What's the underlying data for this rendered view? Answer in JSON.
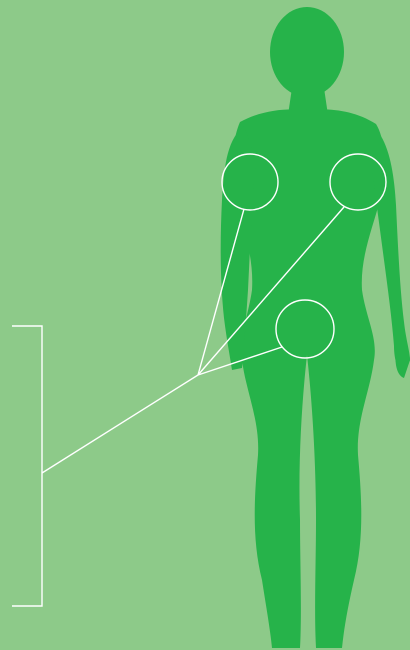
{
  "theme": {
    "background": "#8dca89",
    "figure": "#26b34a",
    "line": "#ffffff"
  },
  "diagram": {
    "subject": "female-body-silhouette-front",
    "callouts": [
      {
        "name": "right-underarm-circle"
      },
      {
        "name": "left-underarm-circle"
      },
      {
        "name": "groin-circle"
      }
    ],
    "text_label": ""
  }
}
